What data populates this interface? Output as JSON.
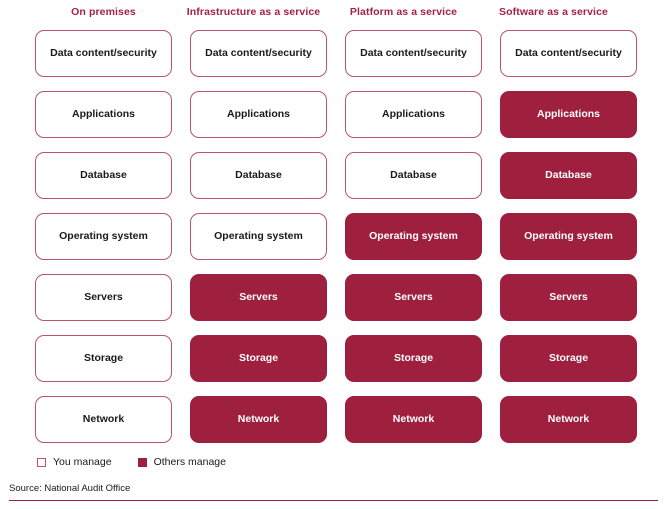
{
  "figure": {
    "accent_color": "#9E1F3E",
    "outline_color": "#B8546E",
    "header_color": "#A32145",
    "text_color": "#1a1a1a"
  },
  "columns": [
    {
      "label": "On premises"
    },
    {
      "label": "Infrastructure as a service"
    },
    {
      "label": "Platform as a service"
    },
    {
      "label": "Software as a service"
    }
  ],
  "rows": [
    {
      "label": "Data content/security"
    },
    {
      "label": "Applications"
    },
    {
      "label": "Database"
    },
    {
      "label": "Operating system"
    },
    {
      "label": "Servers"
    },
    {
      "label": "Storage"
    },
    {
      "label": "Network"
    }
  ],
  "cells": [
    {
      "row": "Data content/security",
      "column": "On premises",
      "label": "Data content/security",
      "manager": "you"
    },
    {
      "row": "Data content/security",
      "column": "Infrastructure as a service",
      "label": "Data content/security",
      "manager": "you"
    },
    {
      "row": "Data content/security",
      "column": "Platform as a service",
      "label": "Data content/security",
      "manager": "you"
    },
    {
      "row": "Data content/security",
      "column": "Software as a service",
      "label": "Data content/security",
      "manager": "you"
    },
    {
      "row": "Applications",
      "column": "On premises",
      "label": "Applications",
      "manager": "you"
    },
    {
      "row": "Applications",
      "column": "Infrastructure as a service",
      "label": "Applications",
      "manager": "you"
    },
    {
      "row": "Applications",
      "column": "Platform as a service",
      "label": "Applications",
      "manager": "you"
    },
    {
      "row": "Applications",
      "column": "Software as a service",
      "label": "Applications",
      "manager": "others"
    },
    {
      "row": "Database",
      "column": "On premises",
      "label": "Database",
      "manager": "you"
    },
    {
      "row": "Database",
      "column": "Infrastructure as a service",
      "label": "Database",
      "manager": "you"
    },
    {
      "row": "Database",
      "column": "Platform as a service",
      "label": "Database",
      "manager": "you"
    },
    {
      "row": "Database",
      "column": "Software as a service",
      "label": "Database",
      "manager": "others"
    },
    {
      "row": "Operating system",
      "column": "On premises",
      "label": "Operating system",
      "manager": "you"
    },
    {
      "row": "Operating system",
      "column": "Infrastructure as a service",
      "label": "Operating system",
      "manager": "you"
    },
    {
      "row": "Operating system",
      "column": "Platform as a service",
      "label": "Operating system",
      "manager": "others"
    },
    {
      "row": "Operating system",
      "column": "Software as a service",
      "label": "Operating system",
      "manager": "others"
    },
    {
      "row": "Servers",
      "column": "On premises",
      "label": "Servers",
      "manager": "you"
    },
    {
      "row": "Servers",
      "column": "Infrastructure as a service",
      "label": "Servers",
      "manager": "others"
    },
    {
      "row": "Servers",
      "column": "Platform as a service",
      "label": "Servers",
      "manager": "others"
    },
    {
      "row": "Servers",
      "column": "Software as a service",
      "label": "Servers",
      "manager": "others"
    },
    {
      "row": "Storage",
      "column": "On premises",
      "label": "Storage",
      "manager": "you"
    },
    {
      "row": "Storage",
      "column": "Infrastructure as a service",
      "label": "Storage",
      "manager": "others"
    },
    {
      "row": "Storage",
      "column": "Platform as a service",
      "label": "Storage",
      "manager": "others"
    },
    {
      "row": "Storage",
      "column": "Software as a service",
      "label": "Storage",
      "manager": "others"
    },
    {
      "row": "Network",
      "column": "On premises",
      "label": "Network",
      "manager": "you"
    },
    {
      "row": "Network",
      "column": "Infrastructure as a service",
      "label": "Network",
      "manager": "others"
    },
    {
      "row": "Network",
      "column": "Platform as a service",
      "label": "Network",
      "manager": "others"
    },
    {
      "row": "Network",
      "column": "Software as a service",
      "label": "Network",
      "manager": "others"
    }
  ],
  "legend": {
    "items": [
      {
        "label": "You manage",
        "style": "outline",
        "swatch_name": "legend-swatch-you-manage"
      },
      {
        "label": "Others manage",
        "style": "filled",
        "swatch_name": "legend-swatch-others-manage"
      }
    ]
  },
  "source": {
    "text": "Source: National Audit Office"
  }
}
